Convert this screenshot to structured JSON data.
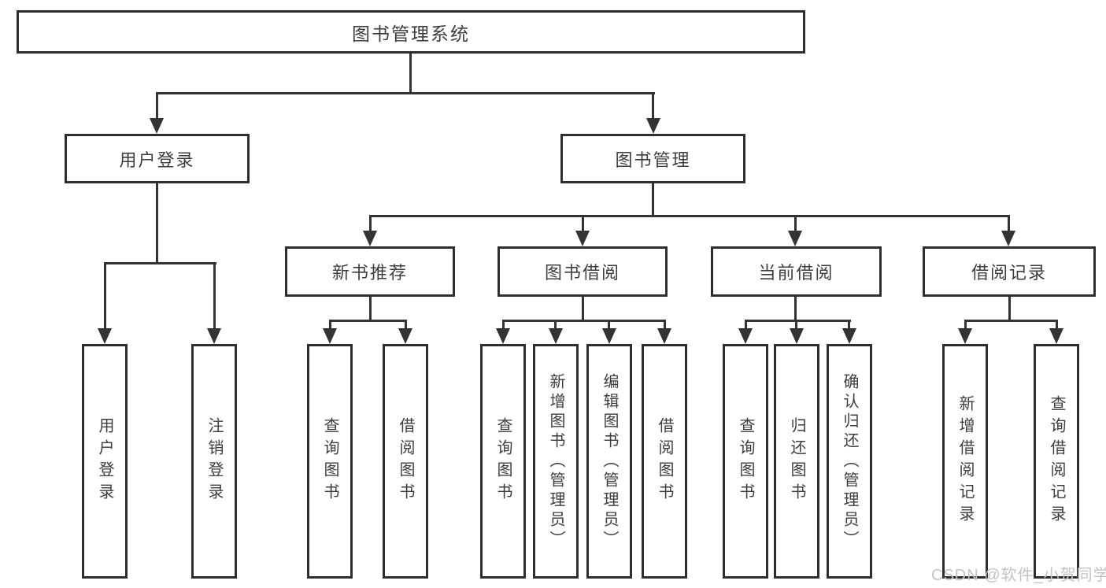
{
  "diagram": {
    "nodes": {
      "root": "图书管理系统",
      "user_login": "用户登录",
      "book_management": "图书管理",
      "new_book_recommend": "新书推荐",
      "book_borrow": "图书借阅",
      "current_borrow": "当前借阅",
      "borrow_records": "借阅记录",
      "leaf_user_login": "用户登录",
      "leaf_logout": "注销登录",
      "leaf_nbr_query_books": "查询图书",
      "leaf_nbr_borrow_books": "借阅图书",
      "leaf_bb_query_books": "查询图书",
      "leaf_bb_add_books": "新增图书（管理员）",
      "leaf_bb_edit_books": "编辑图书（管理员）",
      "leaf_bb_borrow_books": "借阅图书",
      "leaf_cb_query_books": "查询图书",
      "leaf_cb_return_books": "归还图书",
      "leaf_cb_confirm_return": "确认归还（管理员）",
      "leaf_br_add_record": "新增借阅记录",
      "leaf_br_query_record": "查询借阅记录"
    },
    "watermark": "CSDN @软件_小贺同学",
    "colors": {
      "line": "#333333",
      "border": "#2e2e2e",
      "text": "#3d3d3d",
      "watermark": "#c3c3c3",
      "background": "#ffffff"
    }
  }
}
